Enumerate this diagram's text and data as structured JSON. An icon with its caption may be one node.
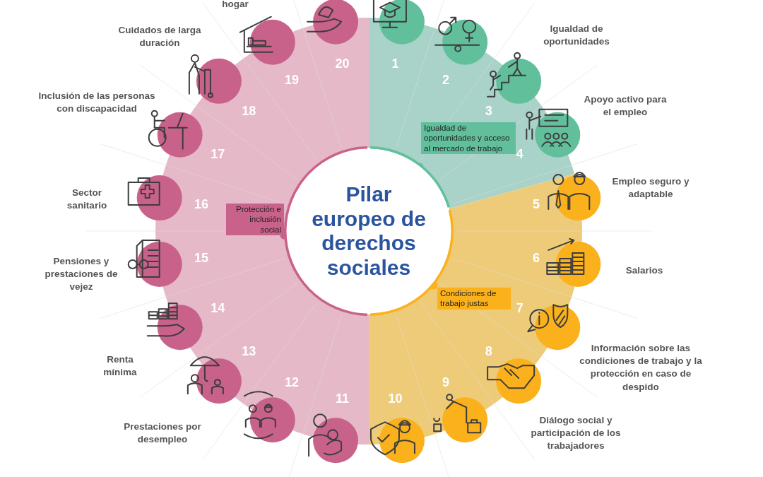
{
  "diagram": {
    "nodes": [
      {
        "text": [
          "Pilar europeo de derechos sociales"
        ]
      },
      {
        "text": [
          "Igualdad de oportunidades y acceso al mercado de trabajo"
        ]
      },
      {
        "text": [
          "Condiciones de trabajo justas"
        ]
      },
      {
        "text": [
          "Protección e inclusión social"
        ]
      }
    ],
    "labels": [
      "1",
      "2",
      "3",
      "4",
      "5",
      "6",
      "7",
      "8",
      "9",
      "10",
      "11",
      "12",
      "13",
      "14",
      "15",
      "16",
      "17",
      "18",
      "19",
      "20",
      "Igualdad de oportunidades",
      "Apoyo activo para el empleo",
      "Empleo seguro y adaptable",
      "Salarios",
      "Información sobre las condiciones de trabajo y la protección en caso de despido",
      "Diálogo social y participación de los trabajadores",
      "Prestaciones por desempleo",
      "Renta mínima",
      "Pensiones y prestaciones de vejez",
      "Sector sanitario",
      "Inclusión de las personas con discapacidad",
      "Cuidados de larga duración",
      "hogar"
    ]
  }
}
